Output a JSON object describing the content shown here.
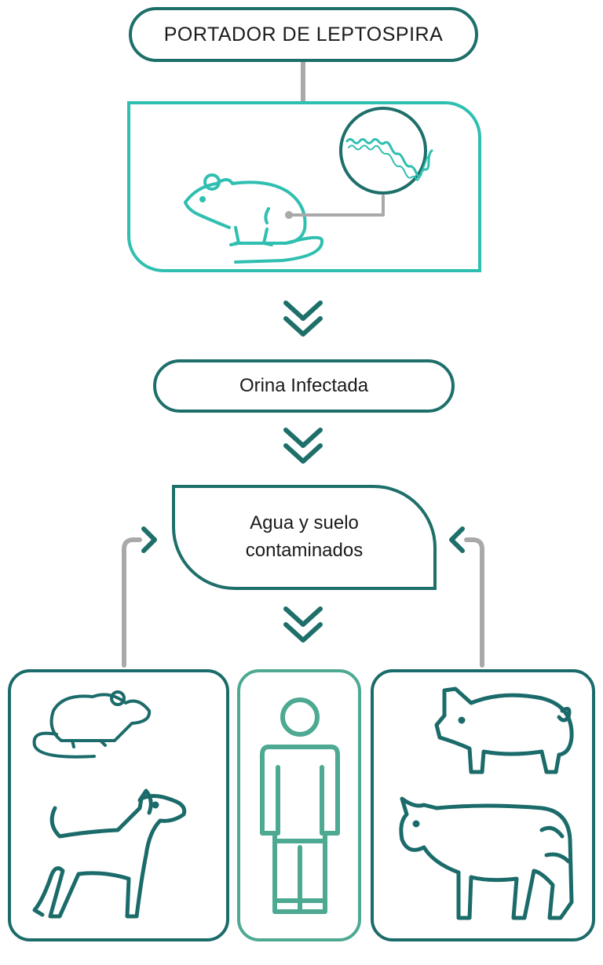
{
  "diagram": {
    "title": "PORTADOR DE LEPTOSPIRA",
    "step_urine": "Orina Infectada",
    "step_environment_line1": "Agua y suelo",
    "step_environment_line2": "contaminados"
  },
  "colors": {
    "dark_teal": "#1e6f6a",
    "turquoise": "#2fbfb0",
    "human_green": "#4ea992",
    "connector_gray": "#a9a9a9"
  },
  "icons": [
    "rat-icon",
    "magnifier-bacteria-icon",
    "chevron-down-icon",
    "chevron-right-icon",
    "chevron-left-icon",
    "mouse-icon",
    "dog-icon",
    "human-icon",
    "pig-icon",
    "cow-icon"
  ]
}
